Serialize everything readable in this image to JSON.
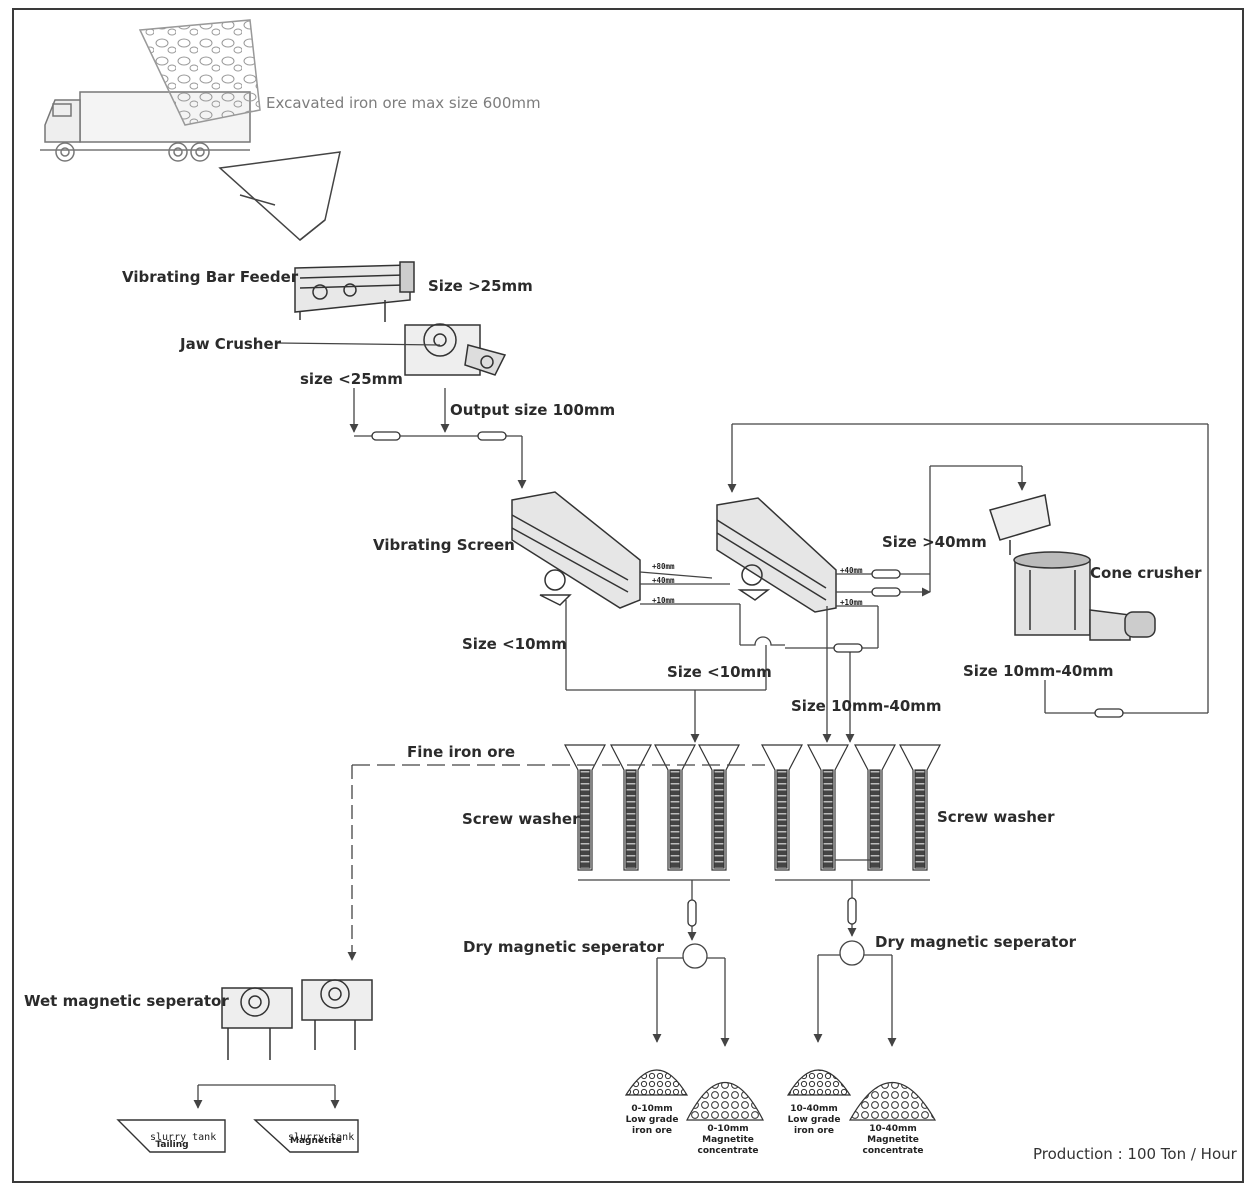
{
  "labels": {
    "excavated": "Excavated iron ore max size 600mm",
    "bar_feeder": "Vibrating Bar Feeder",
    "size_gt25": "Size >25mm",
    "jaw_crusher": "Jaw Crusher",
    "size_lt25": "size <25mm",
    "output_100": "Output size 100mm",
    "vibrating_screen": "Vibrating Screen",
    "size_gt40": "Size >40mm",
    "cone_crusher": "Cone crusher",
    "plus80": "+80mm",
    "plus40_a": "+40mm",
    "plus10_a": "+10mm",
    "plus40_b": "+40mm",
    "plus10_b": "+10mm",
    "size_lt10_a": "Size <10mm",
    "size_lt10_b": "Size <10mm",
    "size_10_40_a": "Size 10mm-40mm",
    "size_10_40_b": "Size 10mm-40mm",
    "fine_iron_ore": "Fine iron ore",
    "screw_washer_left": "Screw washer",
    "screw_washer_right": "Screw washer",
    "dry_mag_left": "Dry magnetic seperator",
    "dry_mag_right": "Dry magnetic seperator",
    "wet_mag": "Wet magnetic seperator",
    "slurry_tank_1": "slurry tank",
    "slurry_tank_2": "slurry tank",
    "tailing": "Tailing",
    "magnetite": "Magnetite",
    "pile1_a": "0-10mm",
    "pile1_b": "Low grade",
    "pile1_c": "iron ore",
    "pile2_a": "0-10mm",
    "pile2_b": "Magnetite",
    "pile2_c": "concentrate",
    "pile3_a": "10-40mm",
    "pile3_b": "Low grade",
    "pile3_c": "iron ore",
    "pile4_a": "10-40mm",
    "pile4_b": "Magnetite",
    "pile4_c": "concentrate",
    "production": "Production : 100 Ton / Hour"
  },
  "colors": {
    "line": "#333333",
    "arrow": "#555555",
    "label": "#2b2b2b",
    "faded": "#7d7d7d"
  }
}
